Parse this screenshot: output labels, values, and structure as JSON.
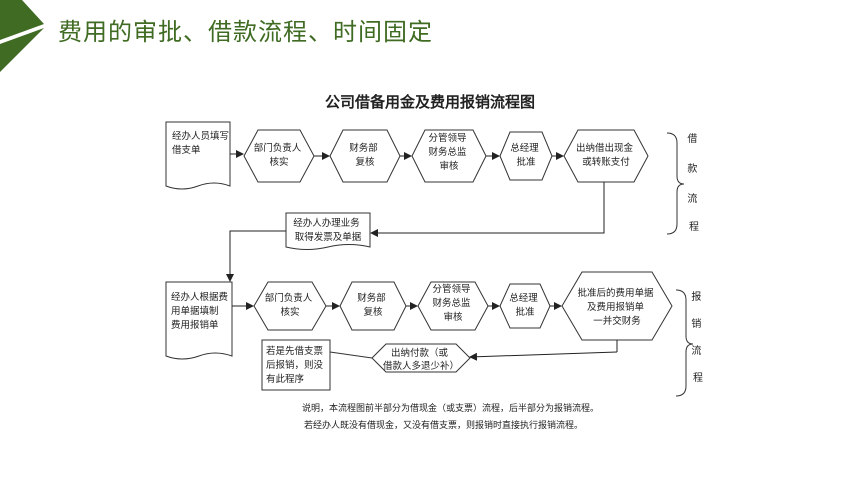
{
  "slide": {
    "title": "费用的审批、借款流程、时间固定",
    "accent_color": "#3f6b22"
  },
  "diagram": {
    "title": "公司借备用金及费用报销流程图",
    "section1": {
      "label_chars": [
        "借",
        "款",
        "流",
        "程"
      ],
      "doc_start": [
        "经办人员填写",
        "借支单"
      ],
      "steps": [
        [
          "部门负责人",
          "核实"
        ],
        [
          "财务部",
          "复核"
        ],
        [
          "分管领导",
          "财务总监",
          "审核"
        ],
        [
          "总经理",
          "批准"
        ],
        [
          "出纳借出现金",
          "或转账支付"
        ]
      ],
      "doc_return": [
        "经办人办理业务",
        "取得发票及单据"
      ]
    },
    "section2": {
      "label_chars": [
        "报",
        "销",
        "流",
        "程"
      ],
      "doc_start": [
        "经办人根据费",
        "用单据填制",
        "费用报销单"
      ],
      "steps": [
        [
          "部门负责人",
          "核实"
        ],
        [
          "财务部",
          "复核"
        ],
        [
          "分管领导",
          "财务总监",
          "审核"
        ],
        [
          "总经理",
          "批准"
        ],
        [
          "批准后的费用单据",
          "及费用报销单",
          "一并交财务"
        ]
      ],
      "note_box": [
        "若是先借支票",
        "后报销，则没",
        "有此程序"
      ],
      "cashier": [
        "出纳付款（或",
        "借款人多退少补）"
      ]
    },
    "notes": [
      "说明，本流程图前半部分为借现金（或支票）流程，后半部分为报销流程。",
      "若经办人既没有借现金，又没有借支票，则报销时直接执行报销流程。"
    ]
  }
}
